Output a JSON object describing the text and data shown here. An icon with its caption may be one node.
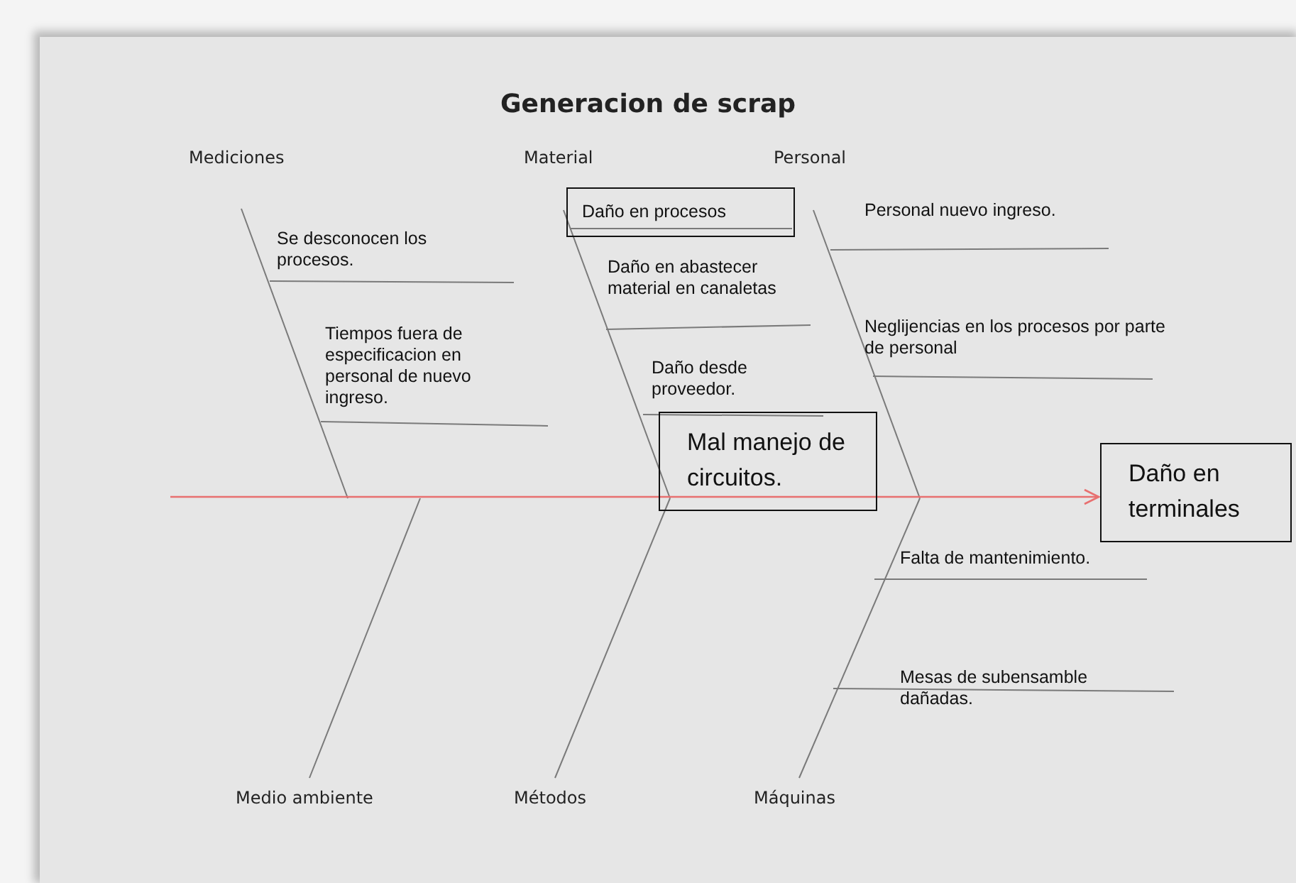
{
  "diagram": {
    "title": "Generacion de scrap",
    "nodes": [
      {
        "text": [
          "Daño en procesos"
        ]
      },
      {
        "text": [
          "Mal manejo de circuitos."
        ]
      },
      {
        "text": [
          "Daño en terminales"
        ]
      }
    ],
    "edges": [
      {
        "from": null,
        "to": 2,
        "arrow": "to",
        "color": "#e87070"
      }
    ],
    "labels": [
      "Mediciones",
      "Material",
      "Personal",
      "Se desconocen los procesos.",
      "Tiempos fuera de especificacion en personal de nuevo ingreso.",
      "Daño en abastecer material en canaletas",
      "Personal nuevo ingreso.",
      "Neglijencias en los procesos por parte de personal",
      "Daño desde proveedor.",
      "Falta de mantenimiento.",
      "Mesas de subensamble dañadas.",
      "Medio ambiente",
      "Métodos",
      "Máquinas"
    ]
  }
}
